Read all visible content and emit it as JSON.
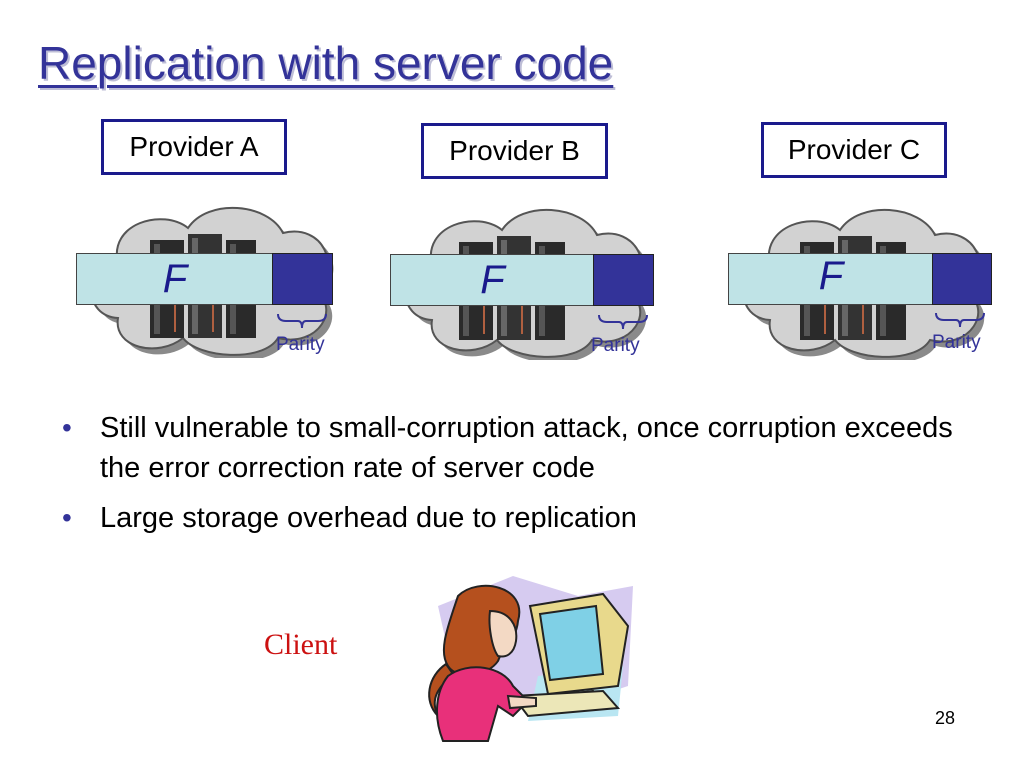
{
  "slide": {
    "title": "Replication with server code",
    "page_number": "28"
  },
  "providers": [
    {
      "label": "Provider A",
      "file_label": "F",
      "parity_label": "Parity"
    },
    {
      "label": "Provider B",
      "file_label": "F",
      "parity_label": "Parity"
    },
    {
      "label": "Provider C",
      "file_label": "F",
      "parity_label": "Parity"
    }
  ],
  "bullets": [
    {
      "text": "Still vulnerable to small-corruption attack, once corruption exceeds the error correction rate of server code"
    },
    {
      "text": "Large storage overhead due to replication"
    }
  ],
  "bullet_symbol": "•",
  "client": {
    "label": "Client"
  },
  "colors": {
    "accent": "#333399",
    "frame_fill": "#bfe3e6",
    "client_label": "#cc1111"
  },
  "icons": [
    "cloud-icon",
    "server-icon",
    "client-illustration"
  ]
}
